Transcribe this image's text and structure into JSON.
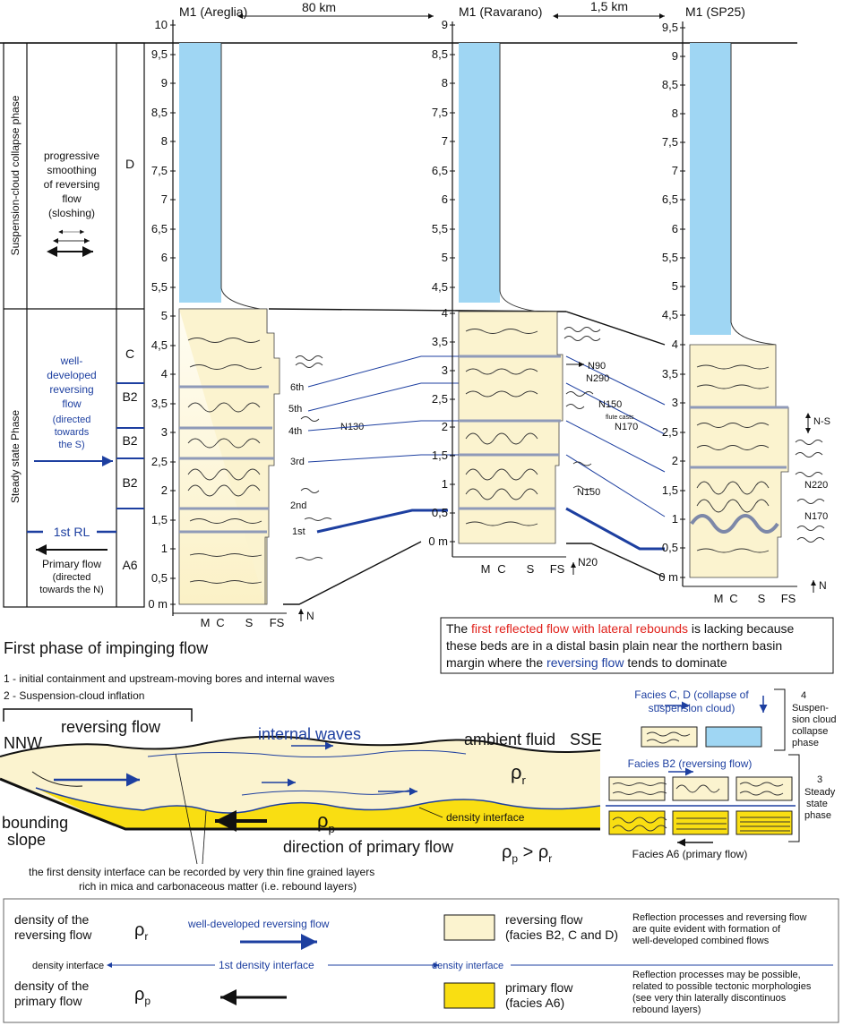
{
  "columns": [
    {
      "title": "M1 (Areglia)",
      "ticks": [
        "10",
        "9,5",
        "9",
        "8,5",
        "8",
        "7,5",
        "7",
        "6,5",
        "6",
        "5,5",
        "5",
        "4,5",
        "4",
        "3,5",
        "3",
        "2,5",
        "2",
        "1,5",
        "1",
        "0,5",
        "0 m"
      ],
      "bottom_labels": [
        "M",
        "C",
        "S",
        "FS"
      ],
      "north": "N"
    },
    {
      "title": "M1 (Ravarano)",
      "ticks": [
        "9",
        "8,5",
        "8",
        "7,5",
        "7",
        "6,5",
        "6",
        "5,5",
        "5",
        "4,5",
        "4",
        "3,5",
        "3",
        "2,5",
        "2",
        "1,5",
        "1",
        "0,5",
        "0 m"
      ],
      "bottom_labels": [
        "M",
        "C",
        "S",
        "FS"
      ],
      "north": "N20"
    },
    {
      "title": "M1 (SP25)",
      "ticks": [
        "9,5",
        "9",
        "8,5",
        "8",
        "7,5",
        "7",
        "6,5",
        "6",
        "5,5",
        "5",
        "4,5",
        "4",
        "3,5",
        "3",
        "2,5",
        "2",
        "1,5",
        "1",
        "0,5",
        "0 m"
      ],
      "bottom_labels": [
        "M",
        "C",
        "S",
        "FS"
      ],
      "north": "N"
    }
  ],
  "distances": [
    "80 km",
    "1,5 km"
  ],
  "phases": {
    "upper": "Suspension-cloud collapse phase",
    "lower": "Steady state Phase",
    "sloshing": "progressive smoothing of reversing flow (sloshing)",
    "reversing": "well-developed reversing flow",
    "reversing_dir": "(directed towards the S)",
    "rl": "1st RL",
    "primary": "Primary flow",
    "primary_dir": "(directed towards the N)"
  },
  "facies_codes": [
    "D",
    "C",
    "B2",
    "B2",
    "B2",
    "A6"
  ],
  "rebounds": [
    "6th",
    "5th",
    "4th",
    "3rd",
    "2nd",
    "1st"
  ],
  "paleocurrents": [
    "N130",
    "N90",
    "N290",
    "N150",
    "flute casts",
    "N170",
    "N150",
    "N-S",
    "N220",
    "N170"
  ],
  "note": {
    "pre": "The ",
    "red": "first reflected flow with lateral rebounds",
    "mid": " is lacking because these beds are in a distal basin plain near the northern basin margin where the ",
    "blue": "reversing flow",
    "post": " tends to dominate"
  },
  "section": {
    "title": "First phase of impinging flow",
    "item1": "1 - initial containment and upstream-moving bores and internal waves",
    "item2": "2 - Suspension-cloud inflation",
    "nnw": "NNW",
    "sse": "SSE",
    "reversing": "reversing flow",
    "waves": "internal waves",
    "ambient": "ambient fluid",
    "slope": "bounding slope",
    "interface": "density interface",
    "primary_dir": "direction of primary flow",
    "rho_r": "ρr",
    "rho_p": "ρp",
    "rho_rel": "ρp > ρr",
    "caption1": "the first density interface can be recorded by very thin fine grained layers",
    "caption2": "rich in mica and carbonaceous matter (i.e. rebound layers)"
  },
  "facies_panel": {
    "cd": "Facies C, D (collapse of suspension cloud)",
    "b2": "Facies B2 (reversing flow)",
    "a6": "Facies A6 (primary flow)",
    "phase4": "4 Suspen-sion cloud collapse phase",
    "phase3": "3 Steady state phase"
  },
  "legend": {
    "rho_r_label": "density of the reversing flow",
    "rho_r": "ρr",
    "rev_arrow": "well-developed reversing flow",
    "di_left": "density interface",
    "di_mid": "1st density interface",
    "di_right": "density interface",
    "rho_p_label": "density of the primary flow",
    "rho_p": "ρp",
    "rev_box": "reversing flow (facies B2, C and D)",
    "prim_box": "primary flow (facies A6)",
    "rev_note": "Reflection processes and reversing flow are quite evident with formation of well-developed combined flows",
    "prim_note": "Reflection processes may be possible, related to possible tectonic morphologies (see very thin laterally discontinuos rebound layers)"
  },
  "colors": {
    "mud": "#9fd6f3",
    "sand": "#fbf3cf",
    "primary": "#f9de12",
    "blue": "#1d3fa0",
    "red": "#e0211b"
  }
}
